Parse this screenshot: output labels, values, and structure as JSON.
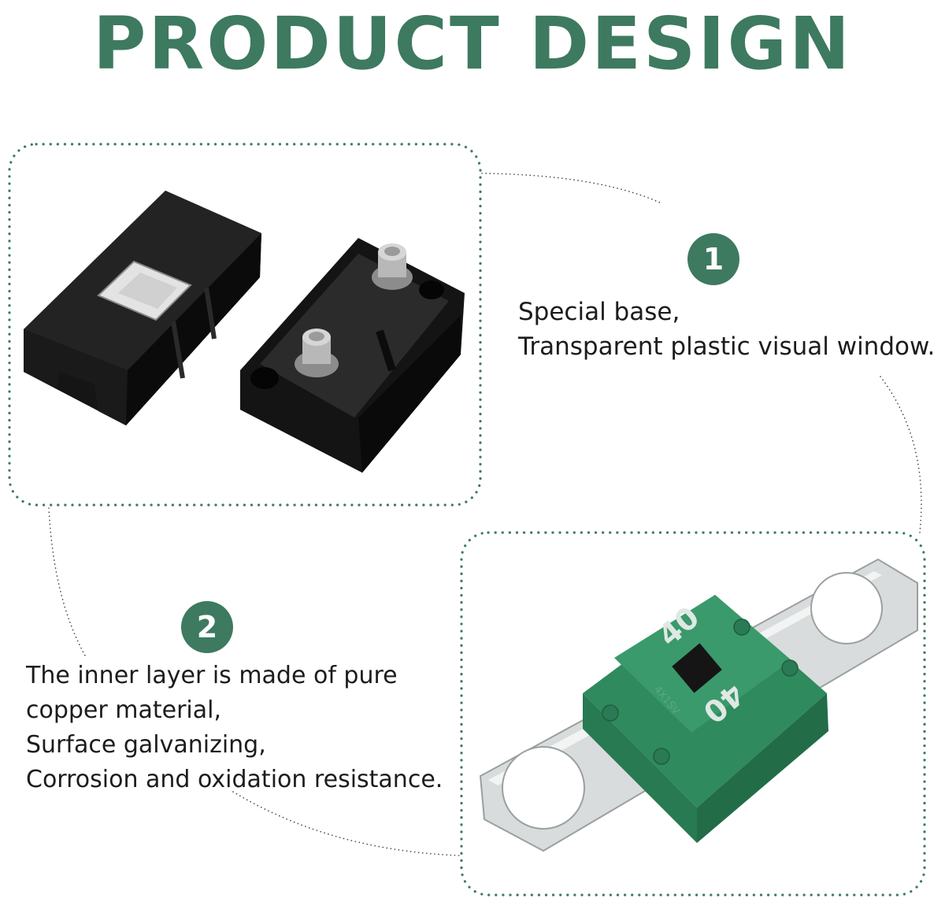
{
  "title": "PRODUCT DESIGN",
  "features": [
    {
      "number": "1",
      "lines": [
        "Special base,",
        "Transparent plastic visual window."
      ]
    },
    {
      "number": "2",
      "lines": [
        "The inner layer is made of pure",
        "copper material,",
        "Surface galvanizing,",
        "Corrosion and oxidation resistance."
      ]
    }
  ],
  "fuse_rating_label": "40",
  "fuse_spec_label": "4X1SV",
  "colors": {
    "accent": "#3d7a60",
    "fuse_body": "#2f8a5e",
    "holder": "#151515",
    "text": "#1c1c1c"
  }
}
